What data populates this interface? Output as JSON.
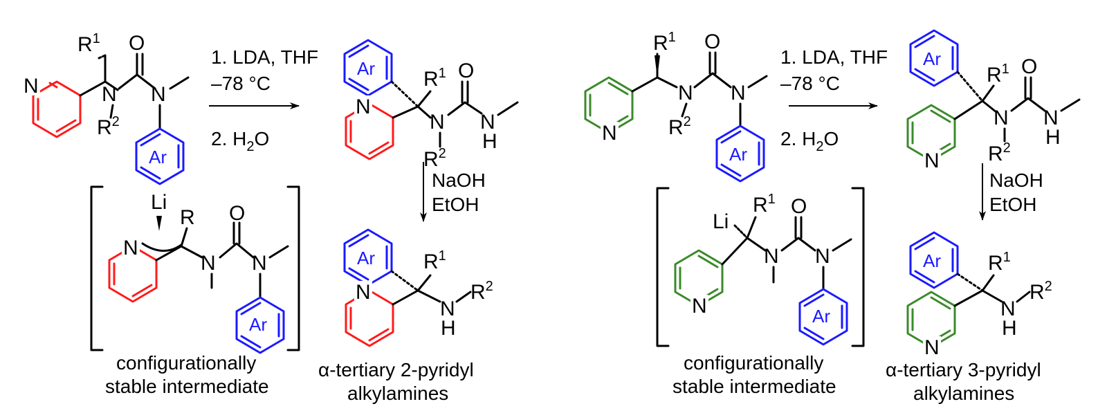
{
  "colors": {
    "pyridine2": "#ff1a1a",
    "pyridine3": "#3a8a2a",
    "aryl": "#1a1aff",
    "ink": "#000000"
  },
  "atoms": {
    "N": "N",
    "H": "H",
    "Li": "Li",
    "R": "R",
    "R1": "R",
    "R2": "R",
    "sup1": "1",
    "sup2": "2",
    "O": "O",
    "Ar": "Ar"
  },
  "conditions": {
    "step1_line1": "1. LDA, THF",
    "step1_line2": "–78 °C",
    "step2": "2. H",
    "step2_sub": "2",
    "step2_tail": "O",
    "hydrolysis_line1": "NaOH",
    "hydrolysis_line2": "EtOH"
  },
  "left_scheme": {
    "intermediate_caption_line1": "configurationally",
    "intermediate_caption_line2": "stable intermediate",
    "product_caption_line1": "α-tertiary 2-pyridyl",
    "product_caption_line2": "alkylamines"
  },
  "right_scheme": {
    "intermediate_caption_line1": "configurationally",
    "intermediate_caption_line2": "stable intermediate",
    "product_caption_line1": "α-tertiary 3-pyridyl",
    "product_caption_line2": "alkylamines"
  }
}
